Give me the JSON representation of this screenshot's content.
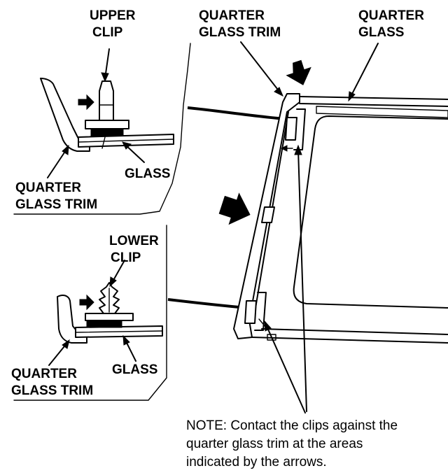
{
  "labels": {
    "upper_clip_1": "UPPER",
    "upper_clip_2": "CLIP",
    "quarter_glass_trim_top_1": "QUARTER",
    "quarter_glass_trim_top_2": "GLASS TRIM",
    "quarter_glass_1": "QUARTER",
    "quarter_glass_2": "GLASS",
    "glass_upper": "GLASS",
    "quarter_glass_trim_upper_1": "QUARTER",
    "quarter_glass_trim_upper_2": "GLASS TRIM",
    "lower_clip_1": "LOWER",
    "lower_clip_2": "CLIP",
    "glass_lower": "GLASS",
    "quarter_glass_trim_lower_1": "QUARTER",
    "quarter_glass_trim_lower_2": "GLASS TRIM"
  },
  "note": {
    "line1": "NOTE:  Contact the clips against the",
    "line2": "quarter glass trim at the areas",
    "line3": "indicated by the arrows."
  }
}
